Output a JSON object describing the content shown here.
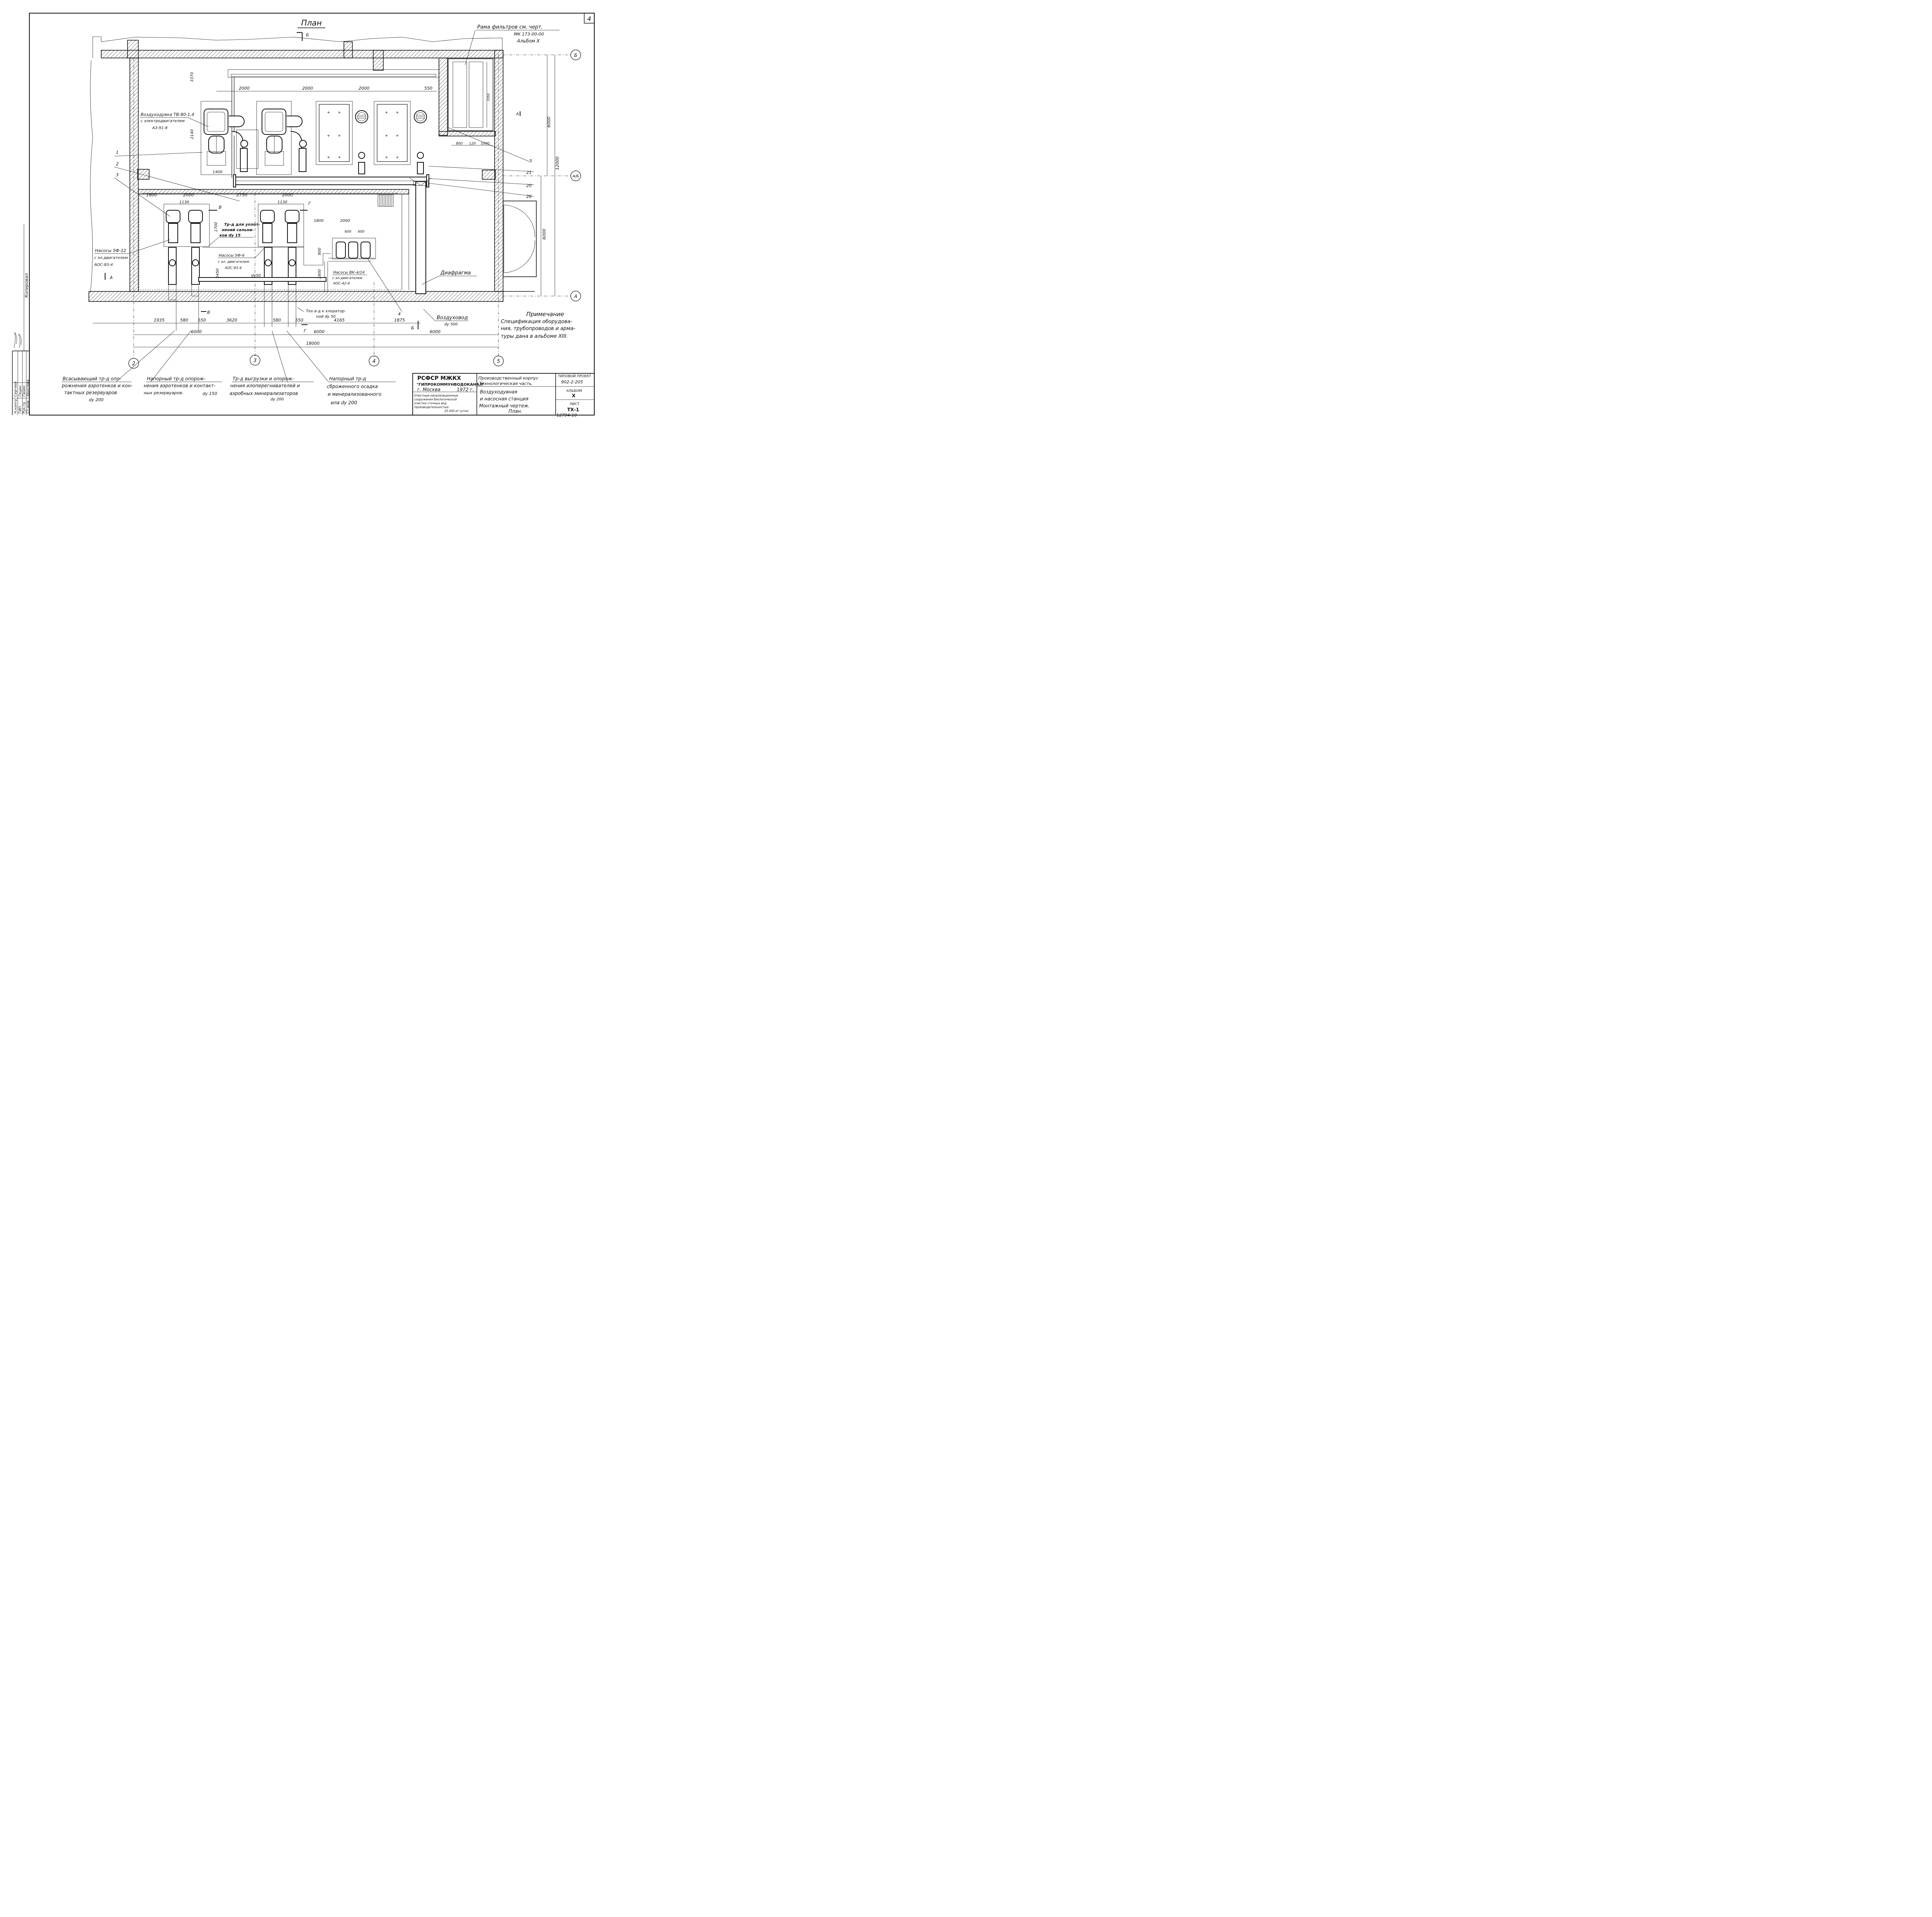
{
  "sheet": {
    "sheet_number": "4",
    "plan_title": "План",
    "side_stamp": "Копировал",
    "bottom_number": "12794-10"
  },
  "notes": {
    "filter_frame": [
      "Рама фильтров см. черт.",
      "МК 173-00-00",
      "Альбом X"
    ],
    "blower": [
      "Воздуходувка ТВ-80-1,4",
      "с электродвигателем",
      "А3-91-8"
    ],
    "seal_pipe": [
      "Тр-д для уплот-",
      "нений сальни-",
      "ков dy 15"
    ],
    "pumps_sf12": [
      "Насосы 5Ф-12",
      "с эл.двигателем",
      "АОС-83-4"
    ],
    "pumps_sf6": [
      "Насосы 5Ф-6",
      "с эл. двигателем",
      "АОС-93-4"
    ],
    "pumps_bk": [
      "Насосы ВК-4/24",
      "с эл.двигателем",
      "АОС-42-4"
    ],
    "diaphragm": "Диафрагма",
    "air_duct": [
      "Воздуховод",
      "dy 500"
    ],
    "tech_water": [
      "Тех в-д к хлоратор-",
      "ной dy 50"
    ],
    "dy50": "dy50",
    "remark_title": "Примечание",
    "remark_body": [
      "Спецификация оборудова-",
      "ния, трубопроводов и арма-",
      "туры дана в альбоме XIII."
    ]
  },
  "callouts": [
    [
      "Всасывающий тр-д опо-",
      "рожнения аэротенков и кон-",
      "тактных резервуаров",
      "dy 200"
    ],
    [
      "Напорный тр-д опорож-",
      "нения аэротенков и контакт-",
      "ных резервуаров.",
      "dy 150"
    ],
    [
      "Тр-д выгрузки и опорож-",
      "нения илоперегнивателей и",
      "аэробных минерализаторов",
      "dy 200"
    ],
    [
      "Напорный тр-д",
      "сброженного осадка",
      "и минерализованного",
      "ила dy 200"
    ]
  ],
  "axes": [
    "2",
    "3",
    "4",
    "5",
    "А",
    "А/Б",
    "Б"
  ],
  "section_marks": [
    "Б",
    "Б",
    "В",
    "В",
    "Г",
    "Г",
    "А",
    "А"
  ],
  "leader_numbers": [
    "1",
    "2",
    "3",
    "4",
    "5",
    "21",
    "20",
    "26"
  ],
  "dims": {
    "bottom_row": [
      "1935",
      "580",
      "550",
      "3620",
      "580",
      "550",
      "4165",
      "1875"
    ],
    "spans": [
      "6000",
      "6000",
      "6000"
    ],
    "total": "18000",
    "top_row": [
      "2000",
      "2000",
      "2000",
      "550"
    ],
    "mid_row": [
      "1800",
      "2000",
      "2750",
      "2000"
    ],
    "pump_row": [
      "1130",
      "1130",
      "1800",
      "2000",
      "600",
      "600"
    ],
    "misc": [
      "1400",
      "2450",
      "1800",
      "800",
      "1700",
      "3370",
      "2140",
      "800",
      "120",
      "1000",
      "3350"
    ],
    "right": [
      "6000",
      "12000",
      "6000"
    ]
  },
  "title_block": {
    "org_line1": "РСФСР  МЖКХ",
    "org_line2": "\"ГИПРОКОММУНВОДОКАНАЛ\"",
    "city": "г. Москва",
    "year": "1972 г.",
    "small_text": [
      "Очистные канализационные",
      "сооружения биологической",
      "очистки сточных вод",
      "производительностью",
      "25 000 м³ сутки"
    ],
    "part": [
      "Производственный корпус",
      "Технологическая часть."
    ],
    "drawing_name": [
      "Воздуходувная",
      "и насосная станция",
      "Монтажный чертеж.",
      "План."
    ],
    "type_project_label": "ТИПОВОЙ ПРОЕКТ",
    "type_project_value": "902-2-205",
    "album_label": "АЛЬБОМ",
    "album_value": "X",
    "sheet_label": "ЛИСТ",
    "sheet_value": "ТХ-1"
  },
  "stamp": {
    "roles": [
      "Н.контр",
      "ГИП",
      "Рук.гр.",
      "Ст.инж"
    ],
    "names": [
      "Сергеев",
      "Гецин",
      "Ганин",
      "Хрустева"
    ]
  }
}
